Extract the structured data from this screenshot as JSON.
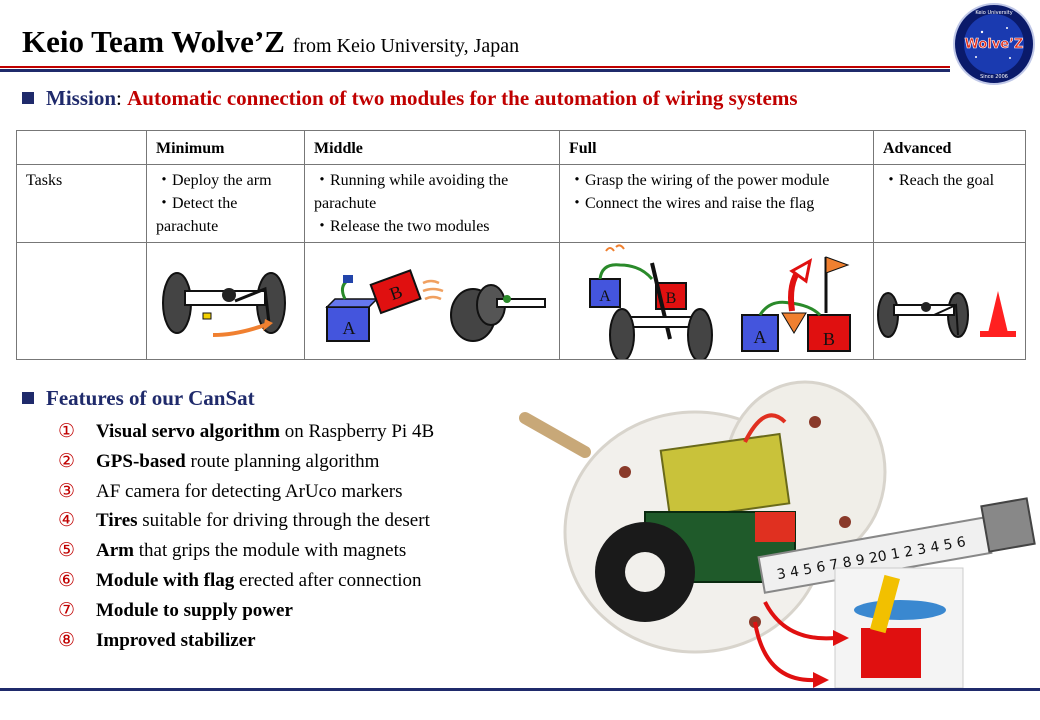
{
  "header": {
    "title": "Keio Team Wolve’Z",
    "subtitle": "from Keio University, Japan",
    "logo_text": "Wolve’Z",
    "logo_ring_top": "Keio University",
    "logo_ring_bottom": "Since 2006"
  },
  "mission": {
    "label": "Mission",
    "sep": ": ",
    "text": "Automatic connection of two modules for the automation of wiring systems"
  },
  "table": {
    "headers": [
      "",
      "Minimum",
      "Middle",
      "Full",
      "Advanced"
    ],
    "row_label": "Tasks",
    "tasks": [
      [
        "・Deploy the arm",
        "・Detect the parachute"
      ],
      [
        "・Running while avoiding the parachute",
        "・Release the two modules"
      ],
      [
        "・Grasp the wiring of the power module",
        "・Connect the wires and raise the flag"
      ],
      [
        "・Reach the goal"
      ]
    ]
  },
  "diagram_labels": {
    "module_a": "A",
    "module_b": "B"
  },
  "features": {
    "heading": "Features of our CanSat",
    "items": [
      {
        "num": "①",
        "bold": "Visual servo algorithm",
        "rest": " on Raspberry Pi 4B"
      },
      {
        "num": "②",
        "bold": "GPS-based",
        "rest": " route planning algorithm"
      },
      {
        "num": "③",
        "bold": "",
        "rest": "AF camera for detecting ArUco markers"
      },
      {
        "num": "④",
        "bold": "Tires",
        "rest": " suitable for driving through the desert"
      },
      {
        "num": "⑤",
        "bold": "Arm",
        "rest": " that grips the module with magnets"
      },
      {
        "num": "⑥",
        "bold": "Module with flag",
        "rest": " erected after connection"
      },
      {
        "num": "⑦",
        "bold": "Module to supply power",
        "rest": ""
      },
      {
        "num": "⑧",
        "bold": "Improved stabilizer",
        "rest": ""
      }
    ]
  },
  "photo": {
    "tape_digits": "3 4 5 6 7 8 9 20 1 2 3 4 5 6"
  },
  "colors": {
    "navy": "#1f2a6b",
    "red": "#c00000",
    "module_blue": "#4455dd",
    "module_red": "#e01010",
    "cone_red": "#ff2020",
    "arrow_orange": "#f08030"
  }
}
